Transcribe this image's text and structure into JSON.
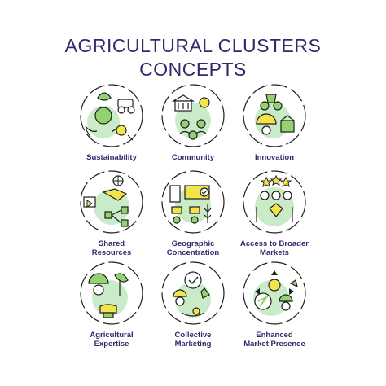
{
  "title": {
    "line1": "AGRICULTURAL CLUSTERS",
    "line2": "CONCEPTS"
  },
  "colors": {
    "text": "#2e2a6b",
    "outline": "#1e1e1e",
    "green": "#93d26e",
    "mint": "#c9ebc8",
    "yellow": "#f4e44c"
  },
  "items": [
    {
      "icon": "sustainability-icon",
      "label": [
        "Sustainability"
      ]
    },
    {
      "icon": "community-icon",
      "label": [
        "Community"
      ]
    },
    {
      "icon": "innovation-icon",
      "label": [
        "Innovation"
      ]
    },
    {
      "icon": "shared-resources-icon",
      "label": [
        "Shared",
        "Resources"
      ]
    },
    {
      "icon": "geographic-concentration-icon",
      "label": [
        "Geographic",
        "Concentration"
      ]
    },
    {
      "icon": "access-to-broader-markets-icon",
      "label": [
        "Access to Broader",
        "Markets"
      ]
    },
    {
      "icon": "agricultural-expertise-icon",
      "label": [
        "Agricultural",
        "Expertise"
      ]
    },
    {
      "icon": "collective-marketing-icon",
      "label": [
        "Collective",
        "Marketing"
      ]
    },
    {
      "icon": "enhanced-market-presence-icon",
      "label": [
        "Enhanced",
        "Market Presence"
      ]
    }
  ]
}
